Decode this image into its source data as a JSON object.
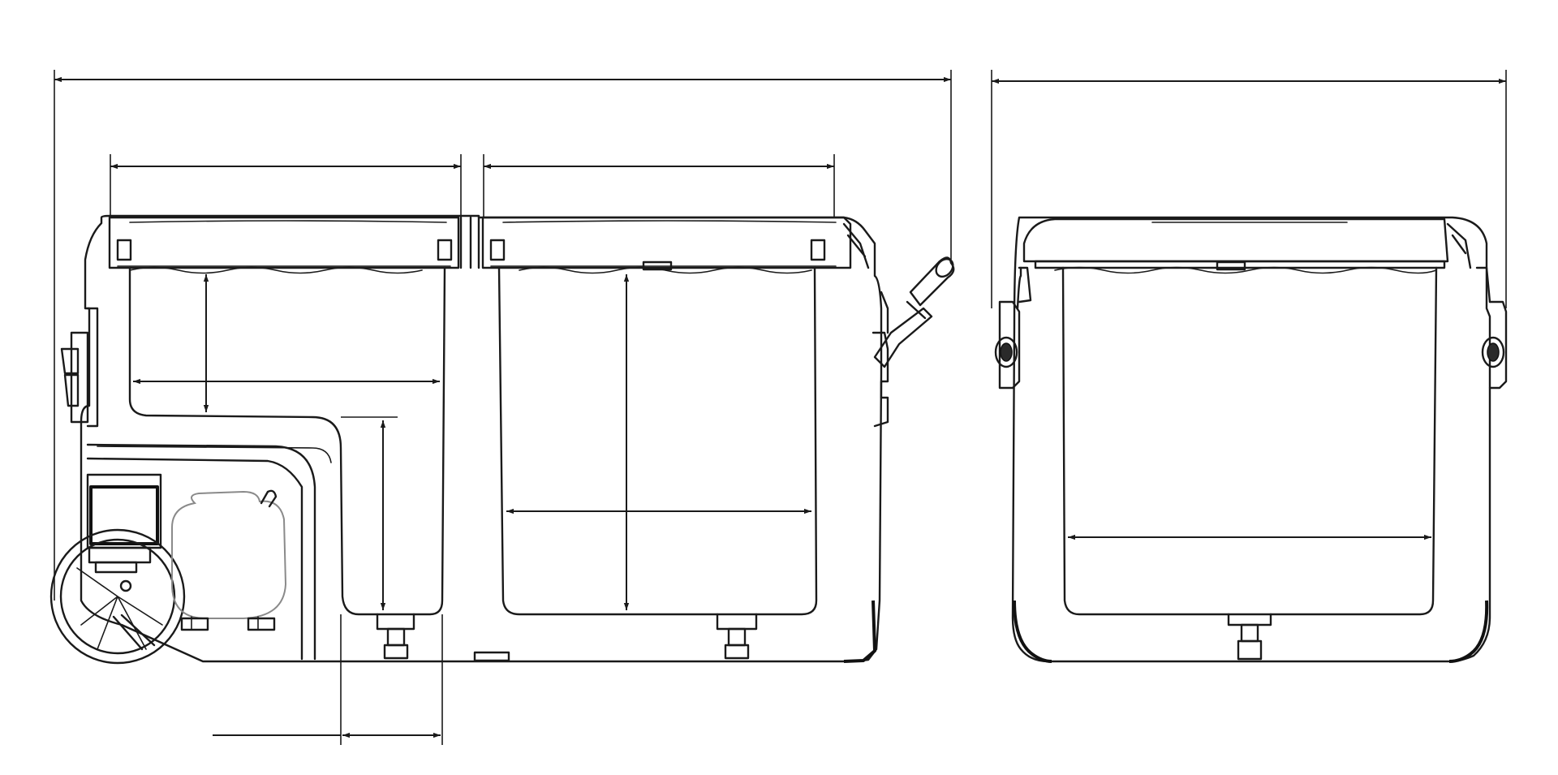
{
  "figure": {
    "labels": [],
    "views": [
      {
        "id": "front-view",
        "caption": ""
      },
      {
        "id": "side-view",
        "caption": ""
      }
    ],
    "colors": {
      "line": "#1a1a1a",
      "background": "#ffffff",
      "compressor": "#8a8a8a"
    }
  },
  "dimension_lines": [
    "overall-length-dimension",
    "left-lid-width-dimension",
    "right-lid-width-dimension",
    "overall-depth-dimension",
    "left-compartment-depth-dimension",
    "left-compartment-width-dimension",
    "left-step-depth-dimension",
    "right-compartment-depth-dimension",
    "right-compartment-width-dimension",
    "side-compartment-width-dimension",
    "step-width-dimension"
  ]
}
